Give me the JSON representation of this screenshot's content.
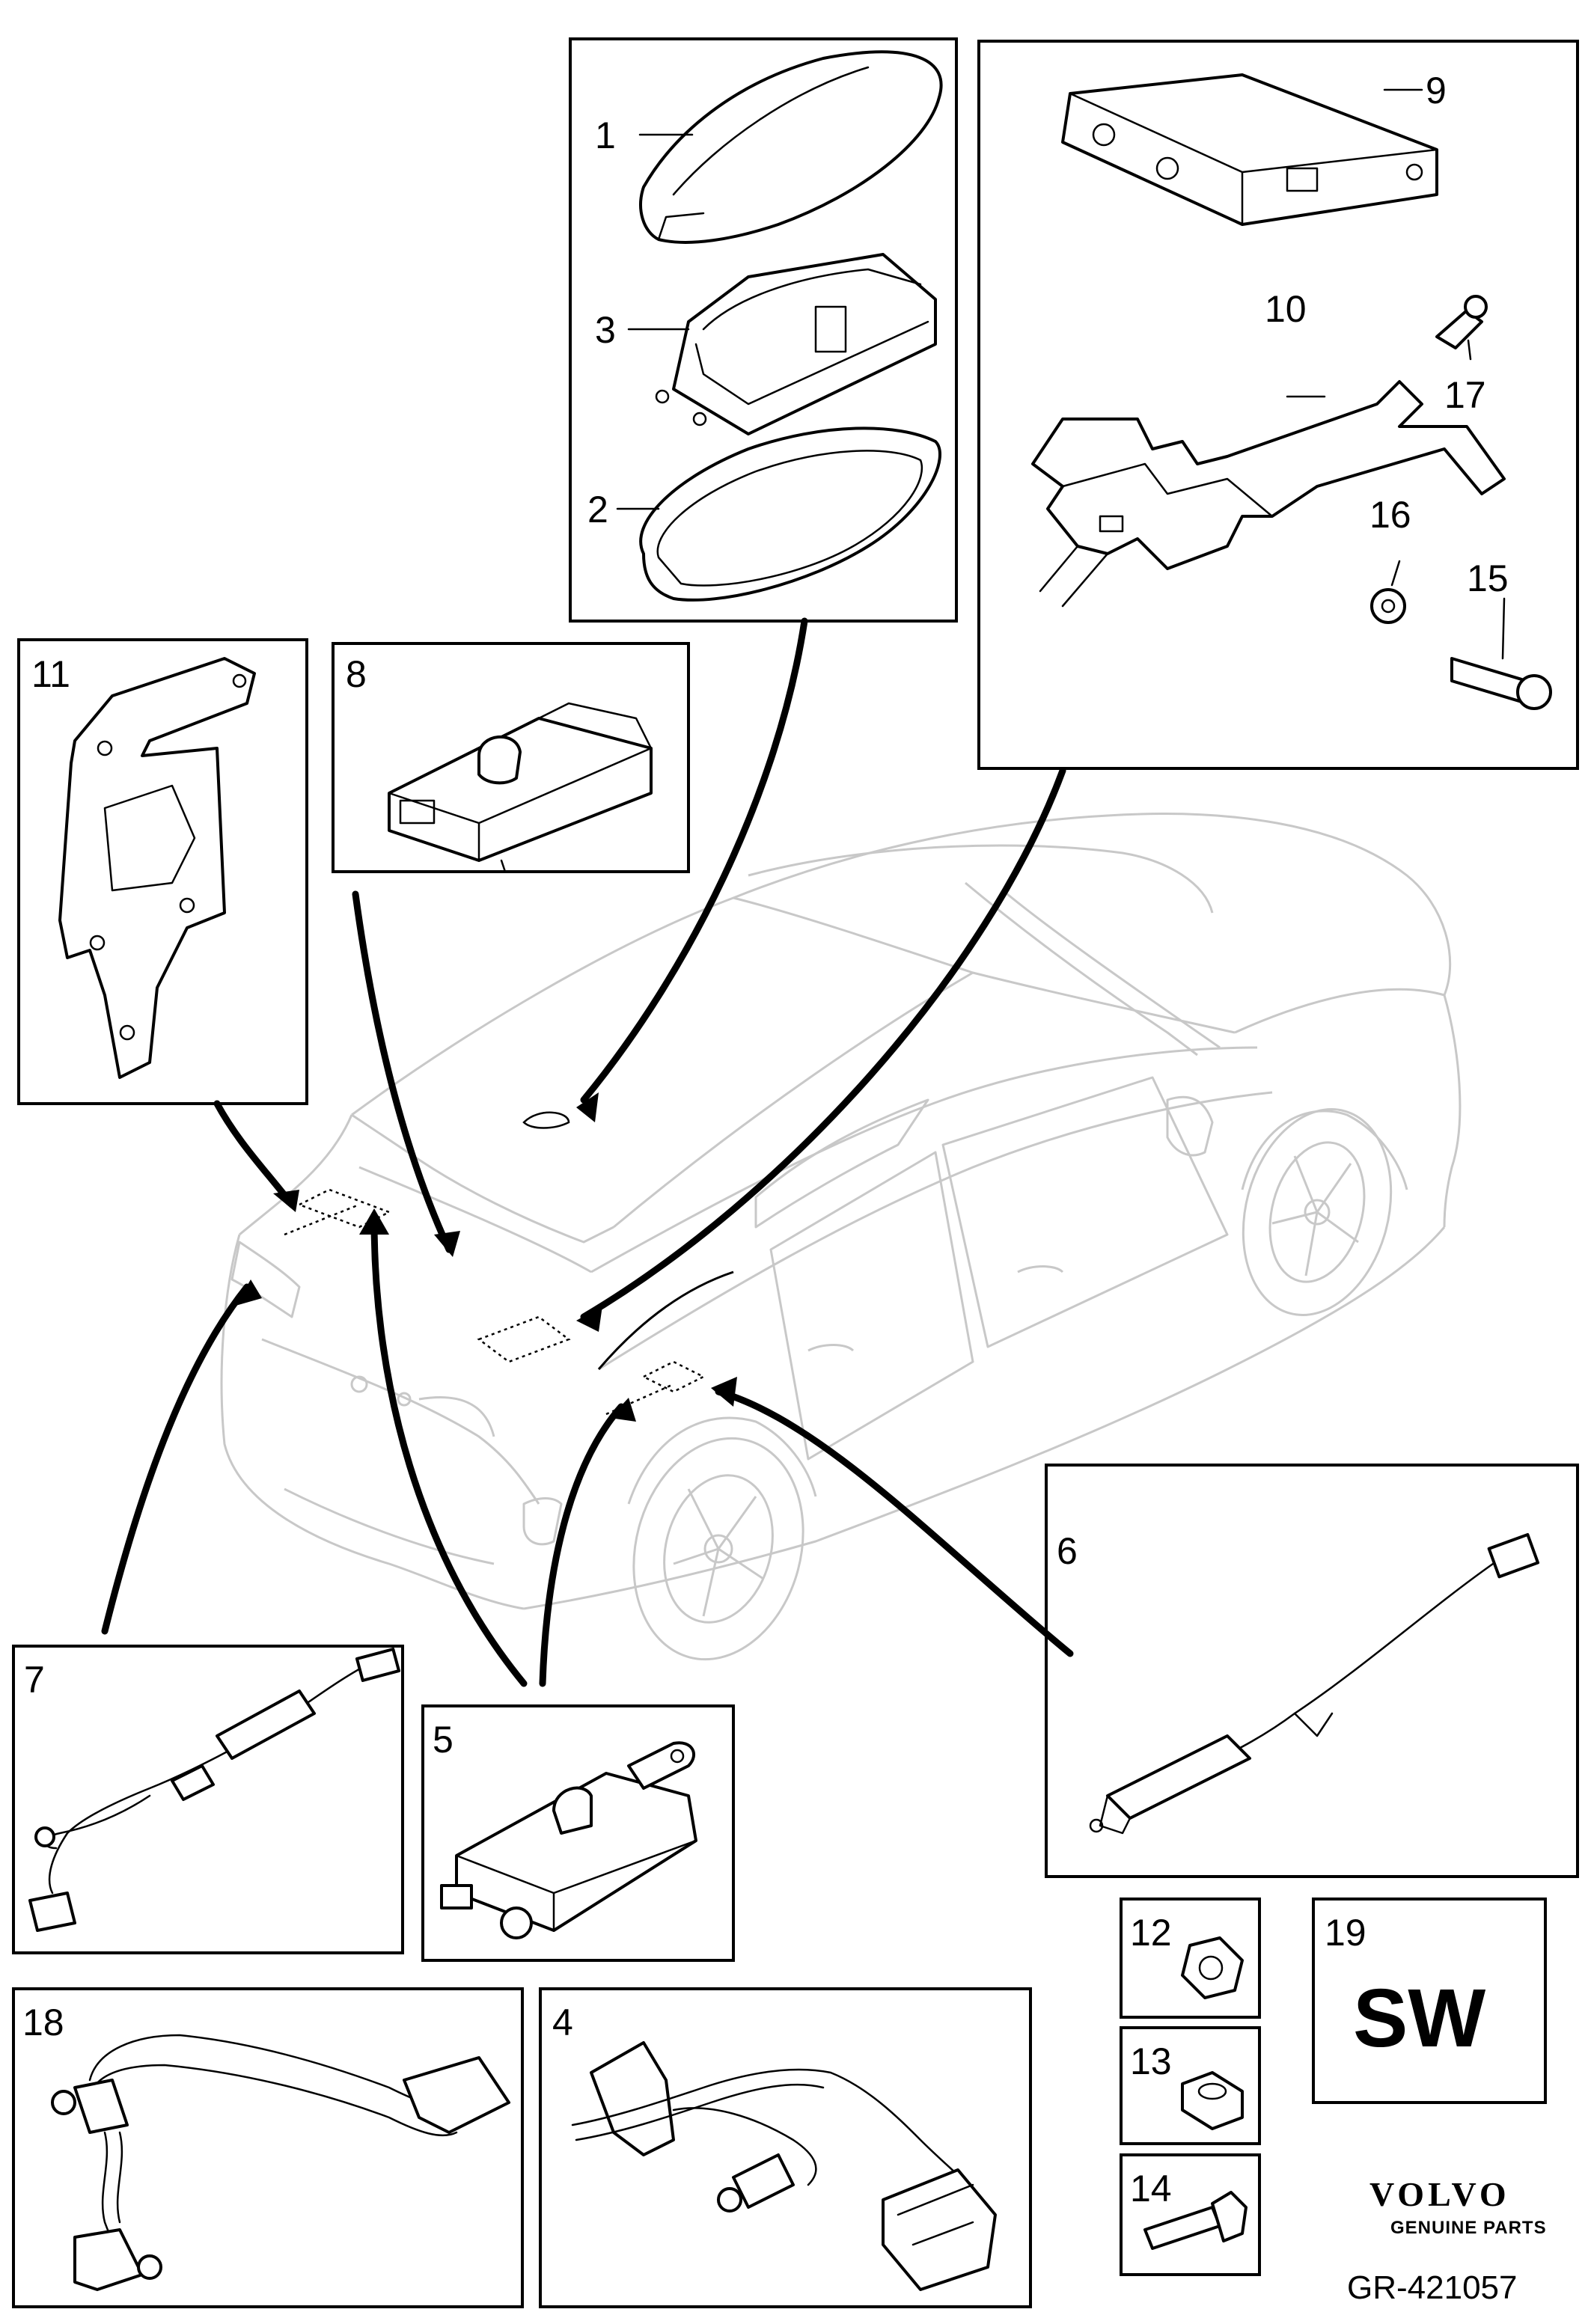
{
  "callouts": {
    "c1": "1",
    "c2": "2",
    "c3": "3",
    "c4": "4",
    "c5": "5",
    "c6": "6",
    "c7": "7",
    "c8": "8",
    "c9": "9",
    "c10": "10",
    "c11": "11",
    "c12": "12",
    "c13": "13",
    "c14": "14",
    "c15": "15",
    "c16": "16",
    "c17": "17",
    "c18": "18",
    "c19": "19"
  },
  "sw_box": {
    "text": "SW"
  },
  "brand": {
    "logo": "VOLVO",
    "tagline": "GENUINE PARTS"
  },
  "reference": "GR-421057"
}
